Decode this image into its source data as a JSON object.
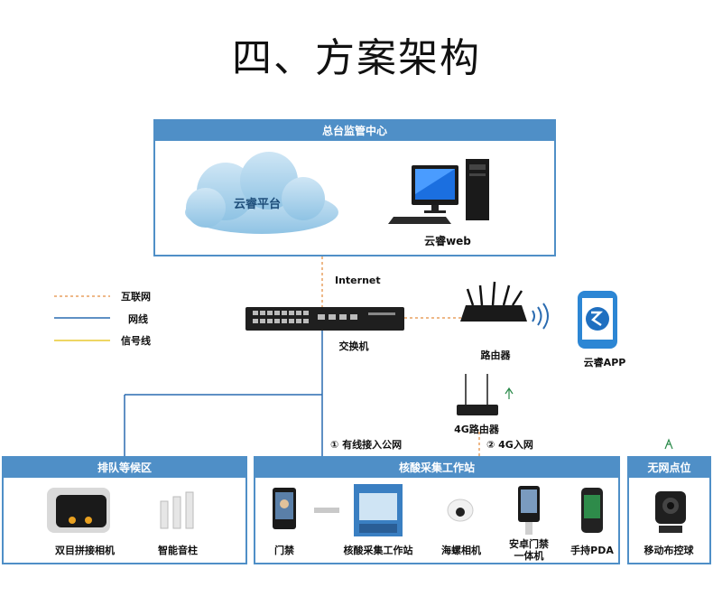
{
  "title": "四、方案架构",
  "hq": {
    "title": "总台监管中心",
    "cloud_label": "云睿平台",
    "pc_label": "云睿web"
  },
  "internet_label": "Internet",
  "legend": [
    {
      "label": "互联网",
      "color": "#e8a060",
      "style": "dashed"
    },
    {
      "label": "网线",
      "color": "#2a6bb0",
      "style": "solid"
    },
    {
      "label": "信号线",
      "color": "#e8c830",
      "style": "solid"
    }
  ],
  "switch_label": "交换机",
  "router_label": "路由器",
  "app_label": "云睿APP",
  "router4g_label": "4G路由器",
  "wired_label": "① 有线接入公网",
  "g4_label": "② 4G入网",
  "queue": {
    "title": "排队等候区",
    "items": [
      "双目拼接相机",
      "智能音柱"
    ]
  },
  "station": {
    "title": "核酸采集工作站",
    "items": [
      "门禁",
      "核酸采集工作站",
      "海螺相机",
      "安卓门禁\n一体机",
      "手持PDA"
    ]
  },
  "nonet": {
    "title": "无网点位",
    "items": [
      "移动布控球"
    ]
  }
}
